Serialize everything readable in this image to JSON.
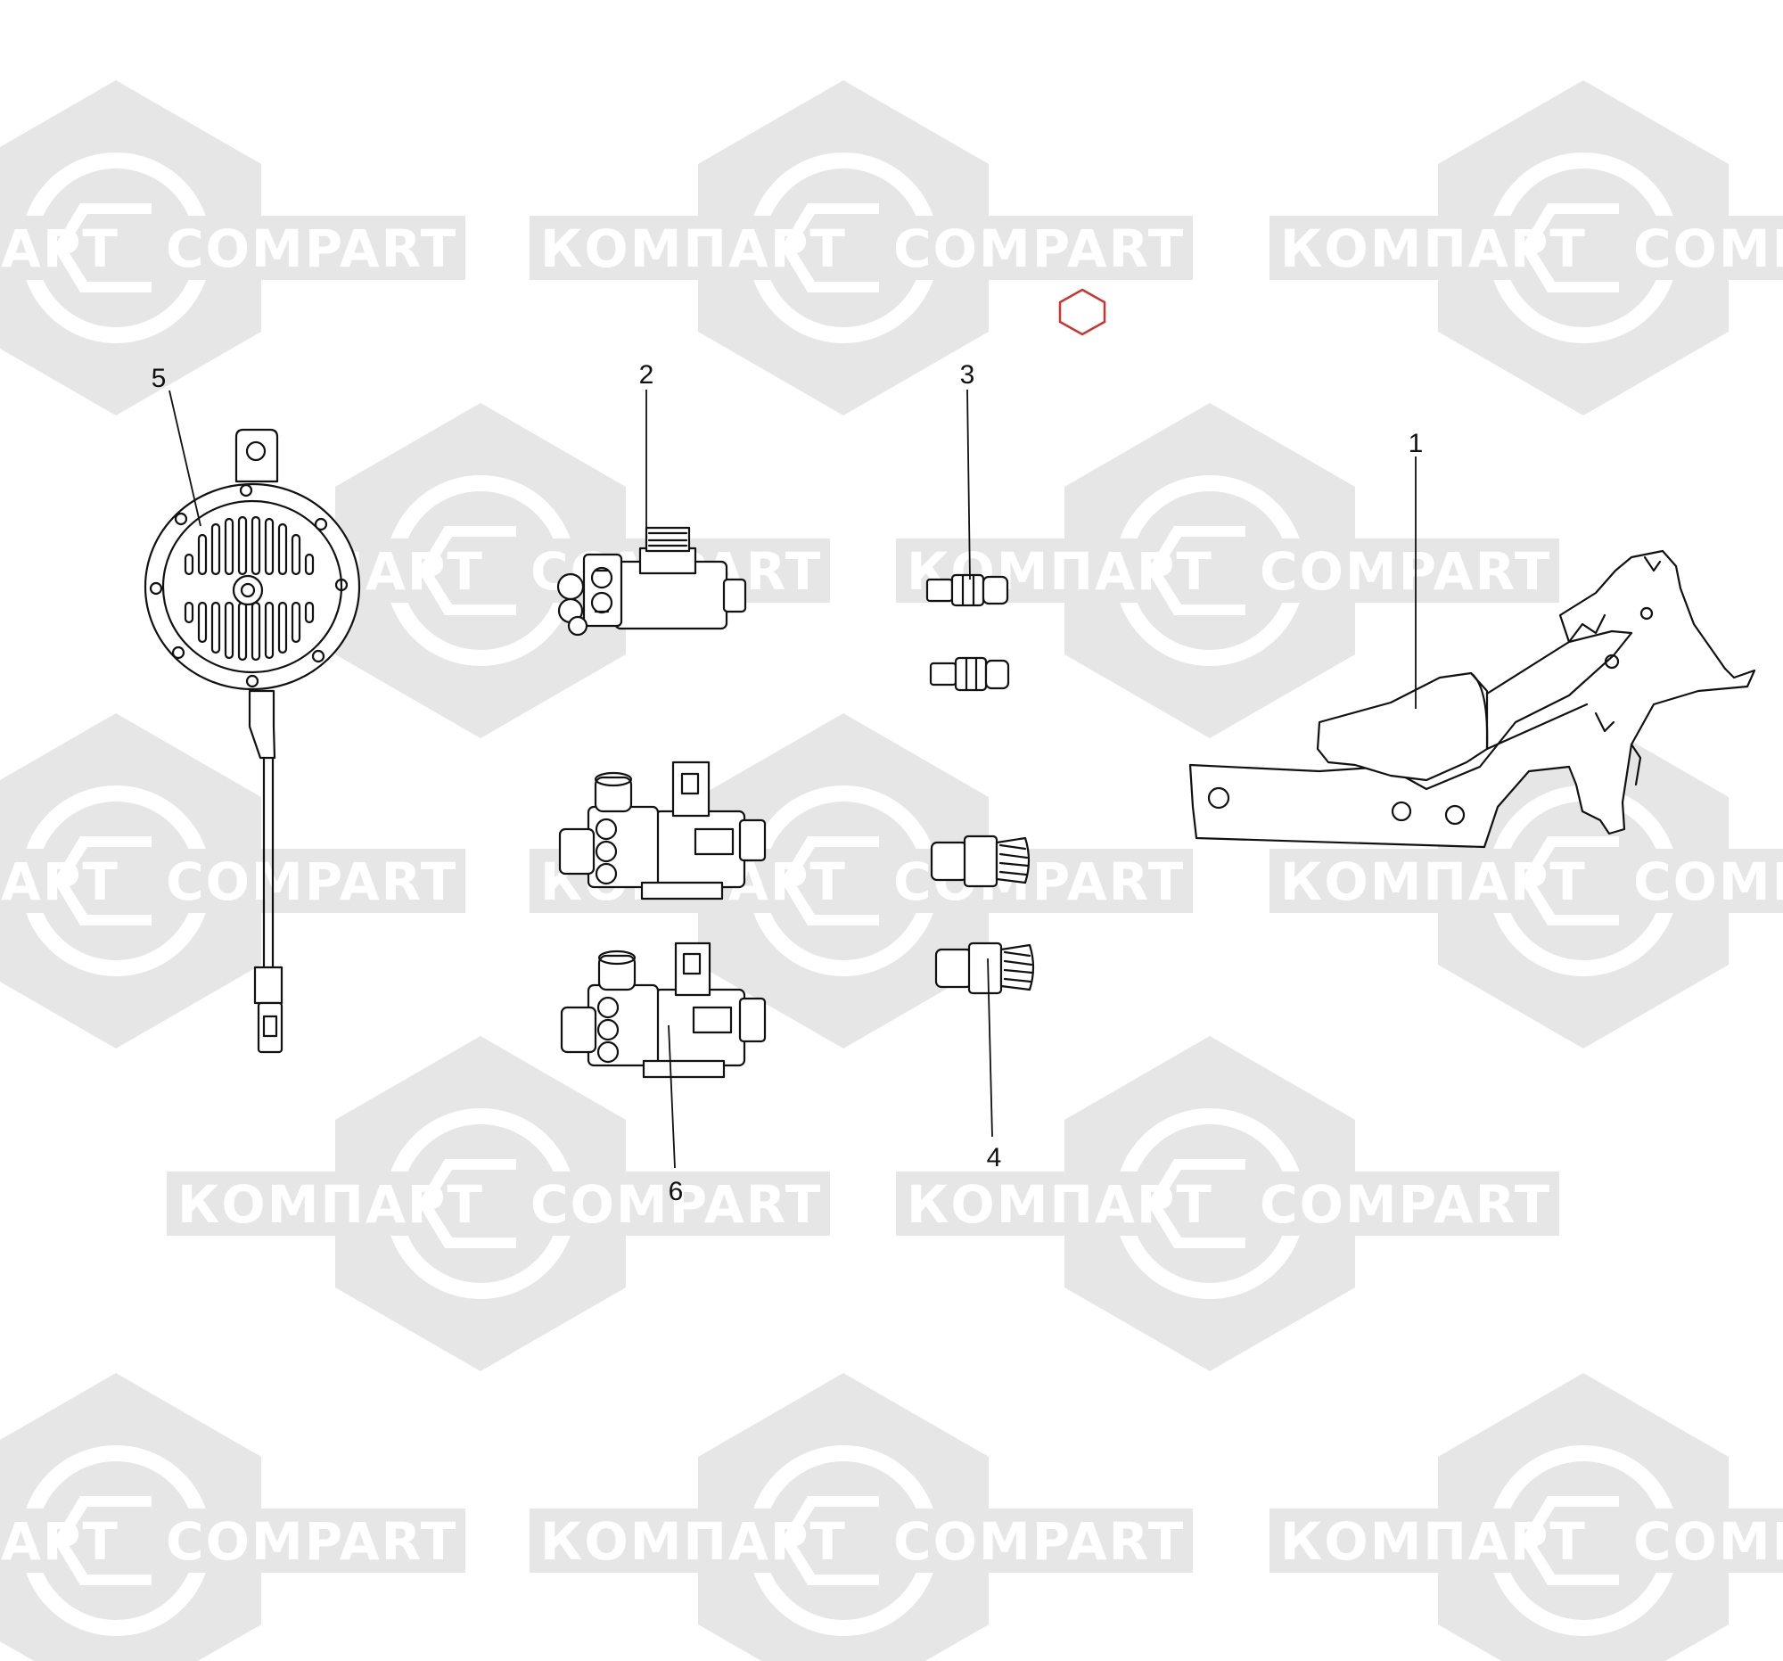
{
  "diagram": {
    "watermark": {
      "text_cyrillic": "КОМПАРТ",
      "text_latin": "COMPART",
      "color": "#e6e6e6"
    },
    "marker": {
      "color": "#d0312d",
      "shape": "hexagon"
    },
    "callouts": [
      {
        "id": "callout-1",
        "number": "1",
        "part": "bracket"
      },
      {
        "id": "callout-2",
        "number": "2",
        "part": "solenoid-valve"
      },
      {
        "id": "callout-3",
        "number": "3",
        "part": "pressure-switch-small"
      },
      {
        "id": "callout-4",
        "number": "4",
        "part": "pressure-switch-large"
      },
      {
        "id": "callout-5",
        "number": "5",
        "part": "horn"
      },
      {
        "id": "callout-6",
        "number": "6",
        "part": "valve-assembly"
      }
    ]
  }
}
